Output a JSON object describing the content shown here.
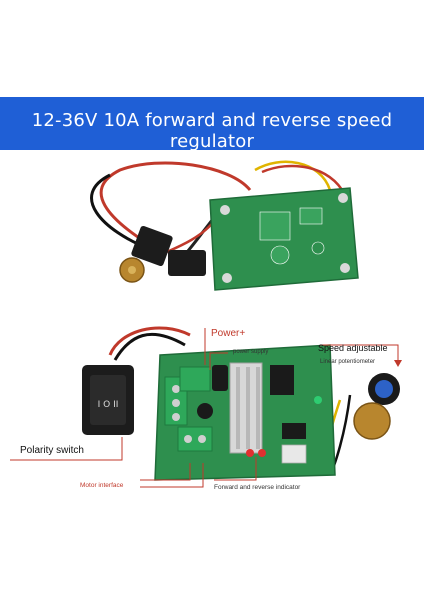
{
  "banner": {
    "title": "12-36V 10A forward and reverse speed regulator",
    "color": "#1f5fd6"
  },
  "labels": {
    "power": "Power+",
    "power_supply": "power supply",
    "speed": "Speed adjustable",
    "linear_pot": "Linear potentiometer",
    "polarity": "Polarity switch",
    "motor": "Motor interface",
    "indicator": "Forward and reverse indicator"
  },
  "colors": {
    "pcb": "#2e8f4e",
    "terminal": "#2ea85a",
    "annotation_red": "#c0392b"
  }
}
